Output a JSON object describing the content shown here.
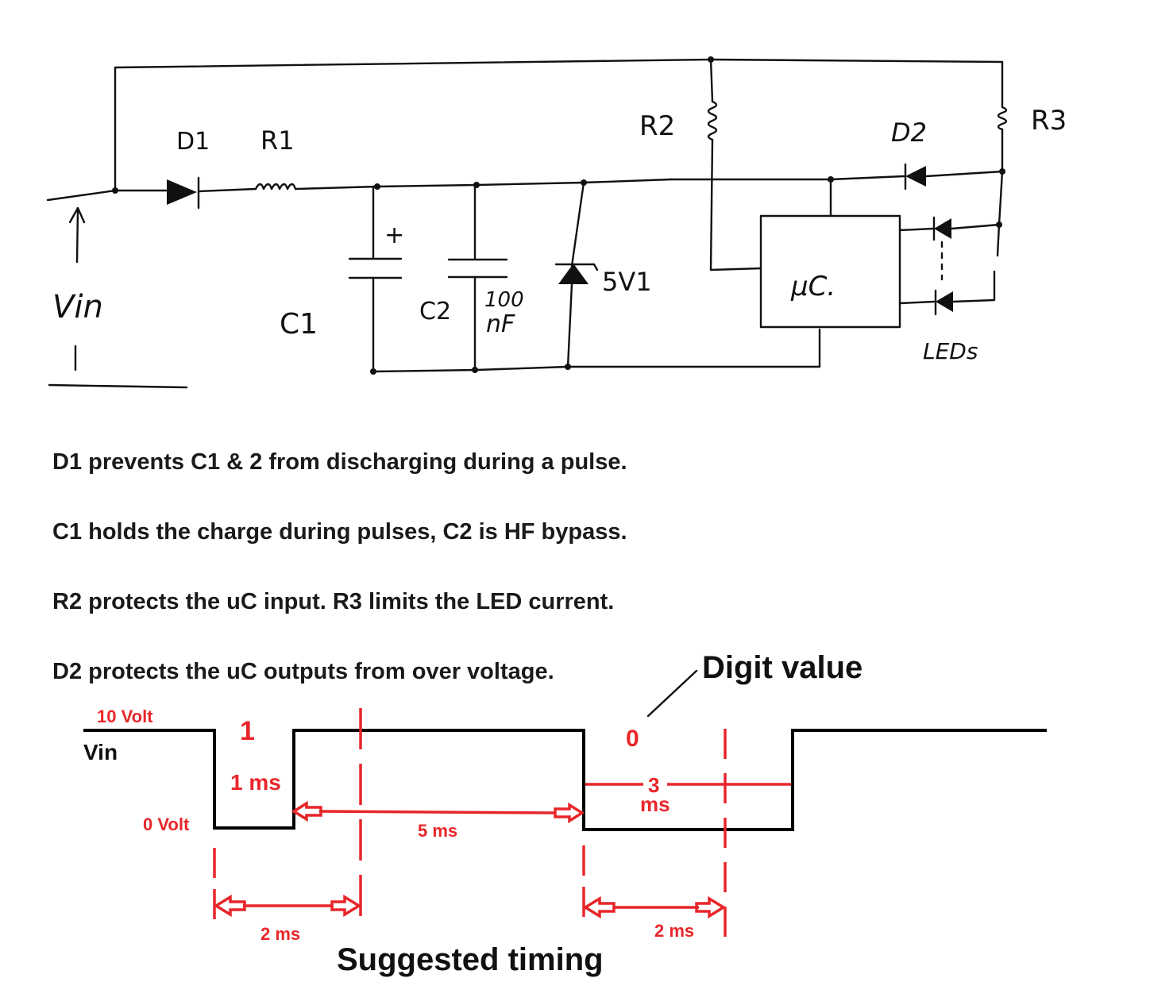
{
  "schematic": {
    "labels": {
      "d1": "D1",
      "r1": "R1",
      "r2": "R2",
      "d2": "D2",
      "r3": "R3",
      "vin": "Vin",
      "c1": "C1",
      "c2": "C2",
      "c2_value_line1": "100",
      "c2_value_line2": "nF",
      "c1_polarity": "+",
      "zener": "5V1",
      "uc": "µC.",
      "leds": "LEDs"
    }
  },
  "notes": [
    "D1 prevents C1 & 2 from discharging during a pulse.",
    "C1 holds the charge during pulses, C2 is HF bypass.",
    "R2 protects the uC input.   R3 limits the LED current.",
    "D2 protects the uC outputs from over voltage."
  ],
  "timing": {
    "digit_value_label": "Digit value",
    "high_level": "10 Volt",
    "low_level": "0 Volt",
    "signal_name": "Vin",
    "digit_one": "1",
    "digit_zero": "0",
    "one_ms": "1 ms",
    "three_ms_num": "3",
    "three_ms_unit": "ms",
    "five_ms": "5 ms",
    "two_ms_left": "2 ms",
    "two_ms_right": "2 ms",
    "caption": "Suggested timing"
  },
  "colors": {
    "annotation_red": "#e8262a",
    "ink": "#111111"
  }
}
